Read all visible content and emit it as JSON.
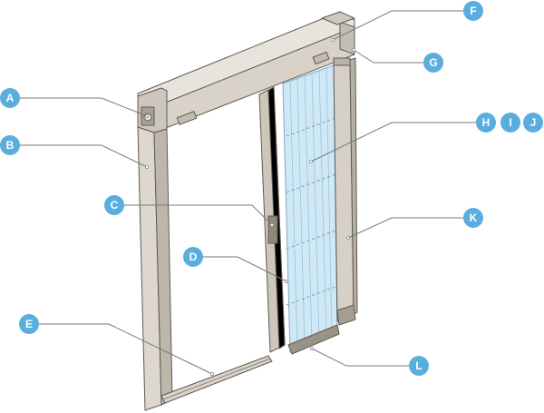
{
  "colors": {
    "accent": "#5aaede",
    "frame": "#d7d1c8",
    "frame_shadow": "#b8b1a6",
    "mesh": "#cfe8f6",
    "line": "#5f5a55"
  },
  "callouts": [
    {
      "id": "A",
      "letter": "A"
    },
    {
      "id": "B",
      "letter": "B"
    },
    {
      "id": "C",
      "letter": "C"
    },
    {
      "id": "D",
      "letter": "D"
    },
    {
      "id": "E",
      "letter": "E"
    },
    {
      "id": "F",
      "letter": "F"
    },
    {
      "id": "G",
      "letter": "G"
    },
    {
      "id": "H",
      "letter": "H"
    },
    {
      "id": "I",
      "letter": "I"
    },
    {
      "id": "J",
      "letter": "J"
    },
    {
      "id": "K",
      "letter": "K"
    },
    {
      "id": "L",
      "letter": "L"
    }
  ]
}
